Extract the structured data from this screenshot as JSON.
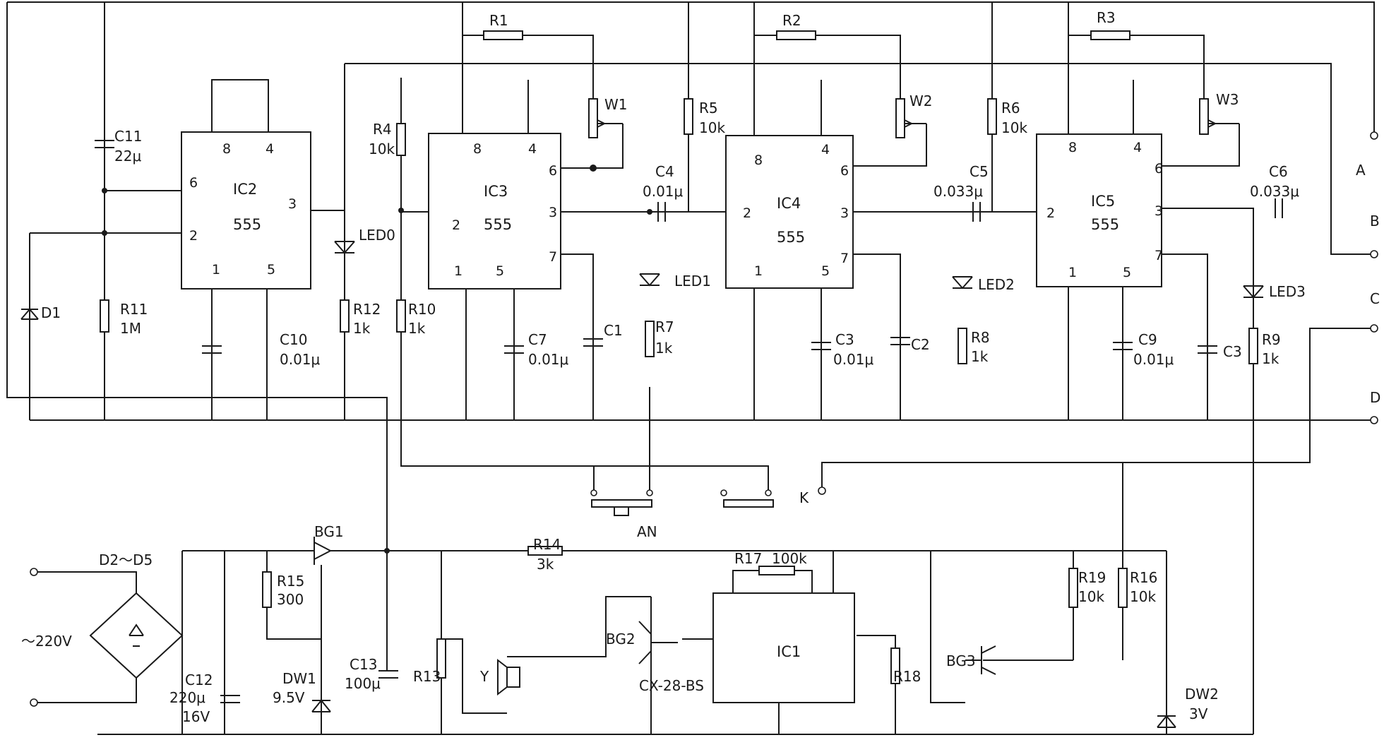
{
  "labels": {
    "ic2": "IC2",
    "ic3": "IC3",
    "ic4": "IC4",
    "ic5": "IC5",
    "ic1": "IC1",
    "t555": "555",
    "c11": "C11",
    "c11v": "22μ",
    "r11": "R11",
    "r11v": "1M",
    "d1": "D1",
    "c10": "C10",
    "c10v": "0.01μ",
    "led0": "LED0",
    "r12": "R12",
    "r12v": "1k",
    "r4": "R4",
    "r4v": "10k",
    "r10": "R10",
    "r10v": "1k",
    "r1": "R1",
    "r2": "R2",
    "r3": "R3",
    "w1": "W1",
    "w2": "W2",
    "w3": "W3",
    "c4": "C4",
    "c4v": "0.01μ",
    "c5": "C5",
    "c5v": "0.033μ",
    "c6": "C6",
    "c6v": "0.033μ",
    "r5": "R5",
    "r5v": "10k",
    "r6": "R6",
    "r6v": "10k",
    "c7": "C7",
    "c7v": "0.01μ",
    "c1": "C1",
    "led1": "LED1",
    "r7": "R7",
    "r7v": "1k",
    "c3a": "C3",
    "c3av": "0.01μ",
    "c2": "C2",
    "led2": "LED2",
    "r8": "R8",
    "r8v": "1k",
    "c9": "C9",
    "c9v": "0.01μ",
    "c3b": "C3",
    "led3": "LED3",
    "r9": "R9",
    "r9v": "1k",
    "A": "A",
    "B": "B",
    "C": "C",
    "D": "D",
    "K": "K",
    "an": "AN",
    "bg1": "BG1",
    "bg2": "BG2",
    "bg3": "BG3",
    "r14": "R14",
    "r14v": "3k",
    "r17": "R17",
    "r17v": "100k",
    "r15": "R15",
    "r15v": "300",
    "bridge": "D2～D5",
    "ac": "～220V",
    "c12": "C12",
    "c12v": "220μ",
    "c12v2": "16V",
    "dw1": "DW1",
    "dw1v": "9.5V",
    "c13": "C13",
    "c13v": "100μ",
    "r13": "R13",
    "y": "Y",
    "cx": "CX-28-BS",
    "r18": "R18",
    "r19": "R19",
    "r19v": "10k",
    "r16": "R16",
    "r16v": "10k",
    "dw2": "DW2",
    "dw2v": "3V"
  },
  "pins": {
    "p1": "1",
    "p2": "2",
    "p3": "3",
    "p4": "4",
    "p5": "5",
    "p6": "6",
    "p7": "7",
    "p8": "8"
  }
}
